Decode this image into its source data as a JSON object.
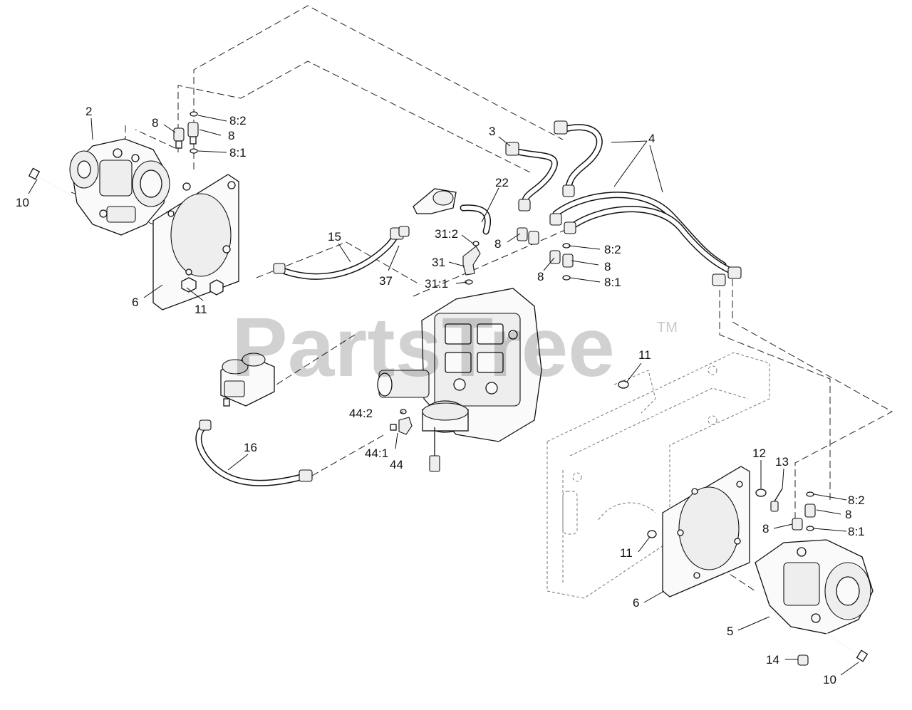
{
  "watermark": {
    "text": "PartsTree",
    "tm": "TM"
  },
  "labels": {
    "l_2": "2",
    "l_10a": "10",
    "l_8a": "8",
    "l_8b": "8",
    "l_82a": "8:2",
    "l_81a": "8:1",
    "l_6a": "6",
    "l_11a": "11",
    "l_3": "3",
    "l_4": "4",
    "l_22": "22",
    "l_15": "15",
    "l_312": "31:2",
    "l_31": "31",
    "l_311": "31:1",
    "l_37": "37",
    "l_8c": "8",
    "l_8d": "8",
    "l_82b": "8:2",
    "l_8e": "8",
    "l_81b": "8:1",
    "l_11b": "11",
    "l_442": "44:2",
    "l_441": "44:1",
    "l_44": "44",
    "l_16": "16",
    "l_12": "12",
    "l_13": "13",
    "l_82c": "8:2",
    "l_8f": "8",
    "l_8g": "8",
    "l_81c": "8:1",
    "l_11c": "11",
    "l_6b": "6",
    "l_5": "5",
    "l_14": "14",
    "l_10b": "10"
  }
}
